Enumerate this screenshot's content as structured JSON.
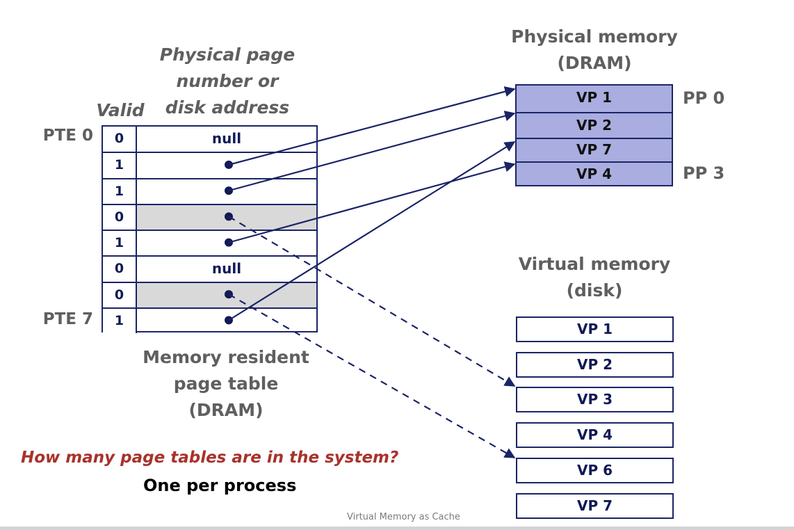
{
  "page_table": {
    "header_valid": "Valid",
    "header_address_lines": [
      "Physical page",
      "number or",
      "disk address"
    ],
    "first_label": "PTE 0",
    "last_label": "PTE 7",
    "caption_lines": [
      "Memory resident",
      "page table",
      "(DRAM)"
    ],
    "rows": [
      {
        "valid": "0",
        "address": "null",
        "kind": "null"
      },
      {
        "valid": "1",
        "address": "",
        "kind": "resident",
        "points_to": "physical",
        "target_row": 0
      },
      {
        "valid": "1",
        "address": "",
        "kind": "resident",
        "points_to": "physical",
        "target_row": 1
      },
      {
        "valid": "0",
        "address": "",
        "kind": "disk",
        "points_to": "disk",
        "target_row": 2
      },
      {
        "valid": "1",
        "address": "",
        "kind": "resident",
        "points_to": "physical",
        "target_row": 3
      },
      {
        "valid": "0",
        "address": "null",
        "kind": "null"
      },
      {
        "valid": "0",
        "address": "",
        "kind": "disk",
        "points_to": "disk",
        "target_row": 4
      },
      {
        "valid": "1",
        "address": "",
        "kind": "resident",
        "points_to": "physical",
        "target_row": 2
      }
    ]
  },
  "physical_memory": {
    "title_lines": [
      "Physical memory",
      "(DRAM)"
    ],
    "pages": [
      "VP 1",
      "VP 2",
      "VP 7",
      "VP 4"
    ],
    "first_label": "PP 0",
    "last_label": "PP 3"
  },
  "virtual_memory": {
    "title_lines": [
      "Virtual memory",
      "(disk)"
    ],
    "pages": [
      "VP 1",
      "VP 2",
      "VP 3",
      "VP 4",
      "VP 6",
      "VP 7"
    ]
  },
  "question": "How many page tables are in the system?",
  "answer": "One per process",
  "footer": "Virtual Memory as Cache",
  "colors": {
    "resident_fill": "#a9addf",
    "disk_fill": "#d9d9d9",
    "border": "#1a2466",
    "question": "#a8322b"
  }
}
